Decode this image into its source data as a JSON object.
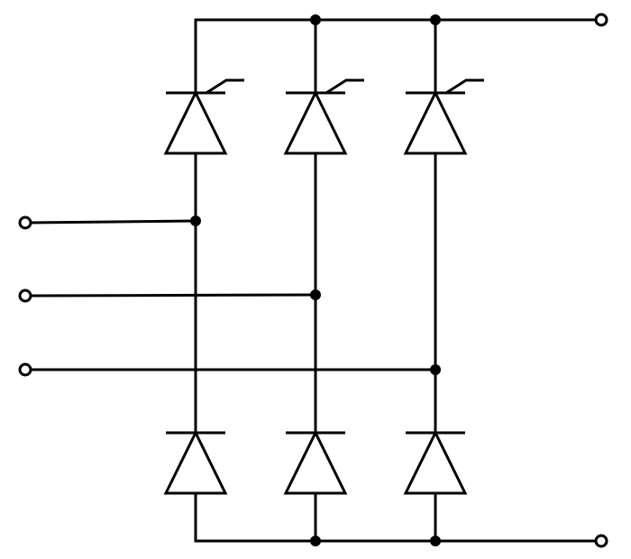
{
  "diagram": {
    "type": "three-phase half-controlled bridge rectifier",
    "colors": {
      "line": "#000000",
      "background": "#ffffff",
      "terminal_fill": "#ffffff"
    },
    "ac_input_terminals": [
      "phase-a-terminal",
      "phase-b-terminal",
      "phase-c-terminal"
    ],
    "dc_output_terminals": [
      "dc-positive-terminal",
      "dc-negative-terminal"
    ],
    "legs": [
      {
        "name": "leg-1",
        "upper": "thyristor",
        "lower": "diode"
      },
      {
        "name": "leg-2",
        "upper": "thyristor",
        "lower": "diode"
      },
      {
        "name": "leg-3",
        "upper": "thyristor",
        "lower": "diode"
      }
    ]
  }
}
